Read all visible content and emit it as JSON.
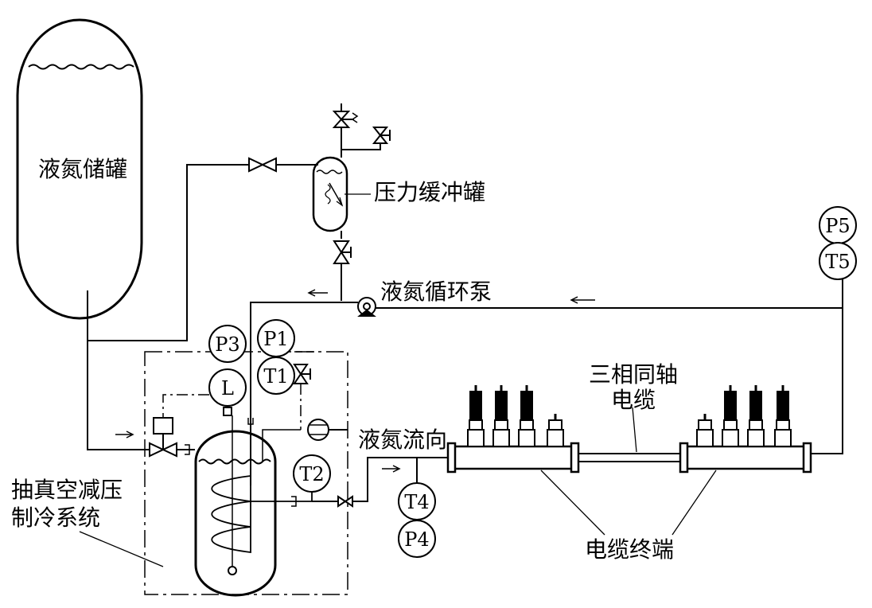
{
  "labels": {
    "storage_tank": "液氮储罐",
    "buffer_tank": "压力缓冲罐",
    "circulation_pump": "液氮循环泵",
    "coaxial_cable_line1": "三相同轴",
    "coaxial_cable_line2": "电缆",
    "flow_direction": "液氮流向",
    "refrigeration_line1": "抽真空减压",
    "refrigeration_line2": "制冷系统",
    "cable_terminals": "电缆终端"
  },
  "instruments": {
    "P1": "P1",
    "T1": "T1",
    "P3": "P3",
    "L": "L",
    "T2": "T2",
    "T4": "T4",
    "P4": "P4",
    "P5": "P5",
    "T5": "T5"
  },
  "colors": {
    "line": "#000000",
    "background": "#ffffff"
  }
}
